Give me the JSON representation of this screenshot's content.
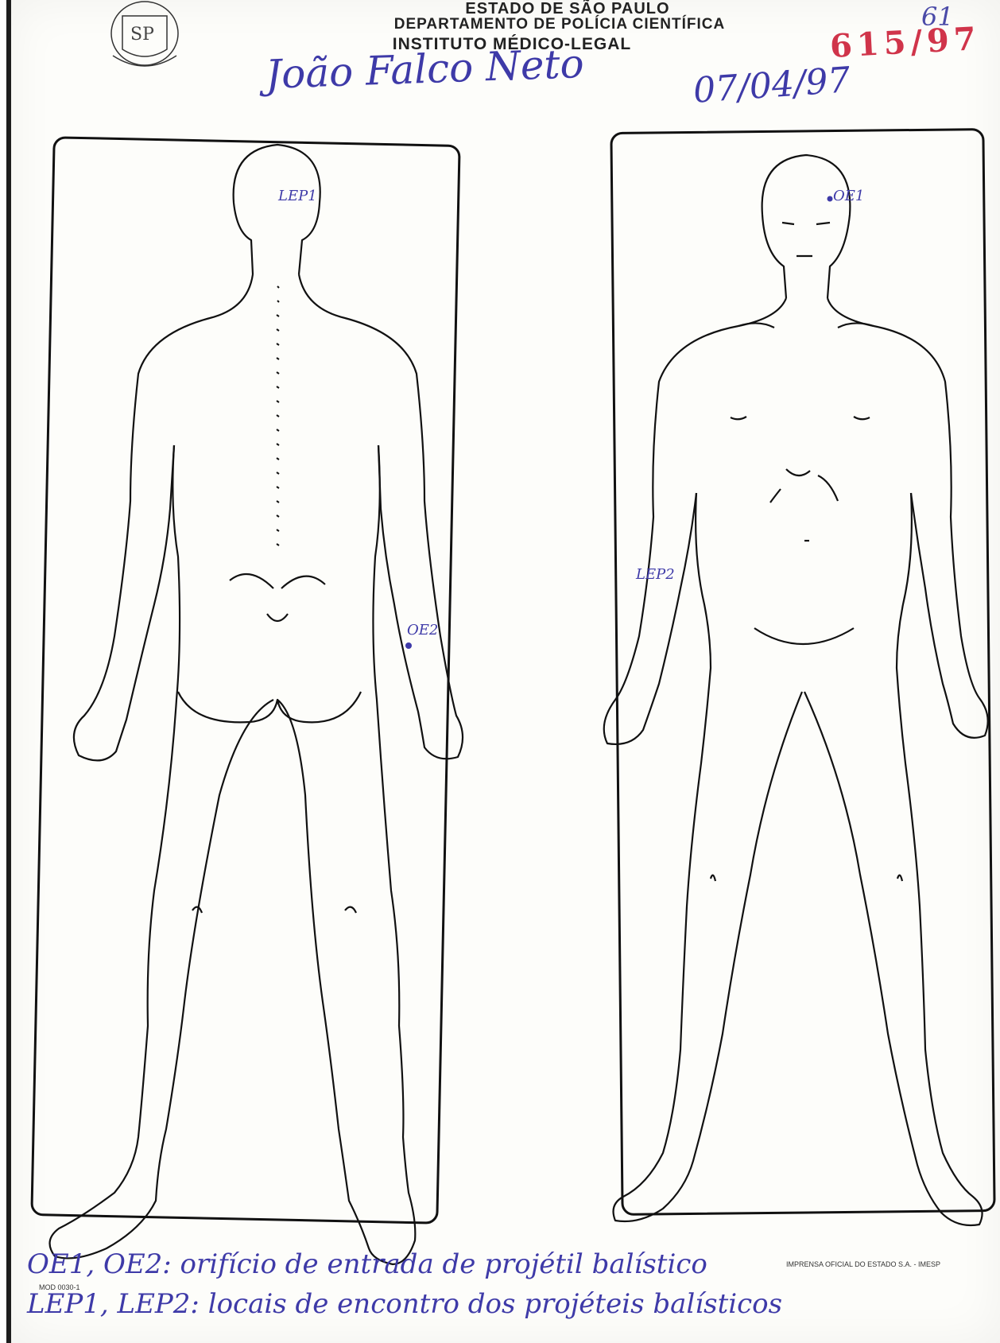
{
  "header": {
    "line1": "ESTADO DE SÃO PAULO",
    "line2": "DEPARTAMENTO DE POLÍCIA CIENTÍFICA",
    "line3": "INSTITUTO MÉDICO-LEGAL"
  },
  "handwritten": {
    "name": "João Falco Neto",
    "date": "07/04/97",
    "case_number": "615/97",
    "page_number": "61"
  },
  "figures": {
    "back_view_labels": [
      "LEP1",
      "OE2"
    ],
    "front_view_labels": [
      "OE1",
      "LEP2"
    ]
  },
  "legend": {
    "line1": "OE1, OE2: orifício de entrada de projétil balístico",
    "line2": "LEP1, LEP2: locais de encontro dos projéteis balísticos"
  },
  "footer": {
    "form_code": "MOD 0030-1",
    "printer": "IMPRENSA OFICIAL DO ESTADO S.A. - IMESP"
  }
}
